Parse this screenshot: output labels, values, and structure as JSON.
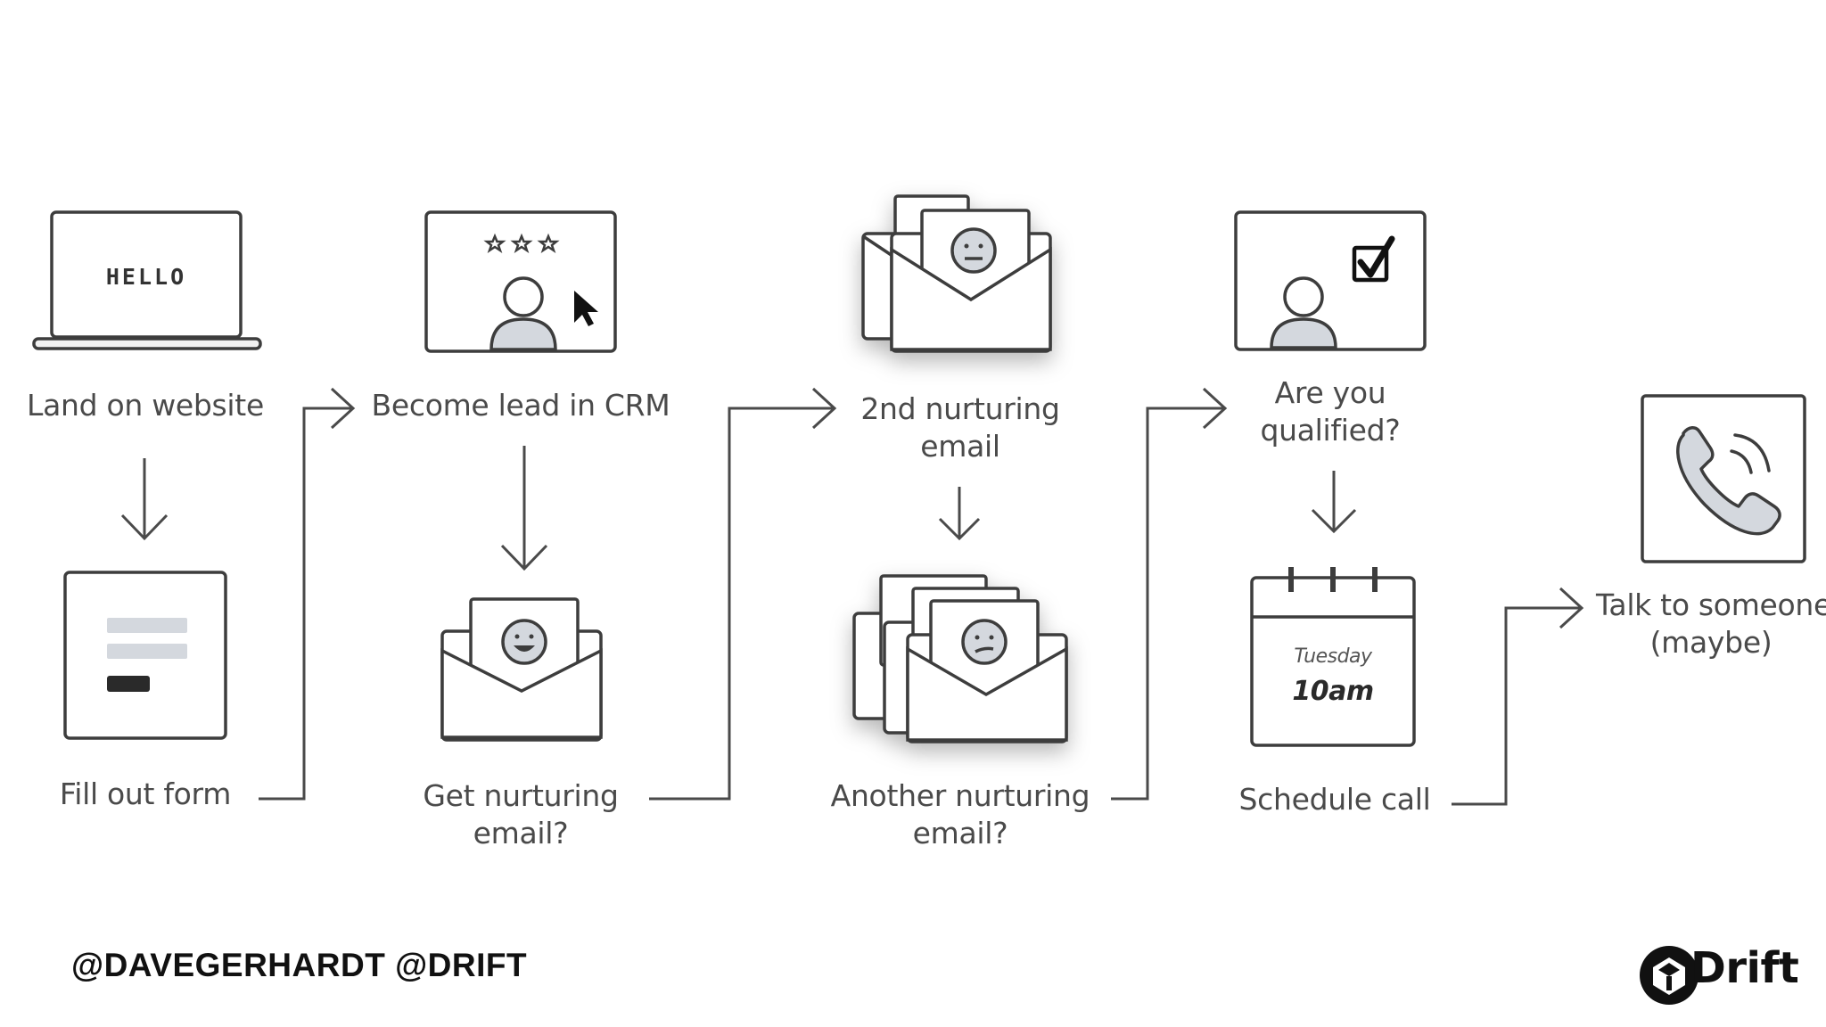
{
  "steps": {
    "land": {
      "label": "Land on website",
      "screen_text": "HELLO"
    },
    "form": {
      "label": "Fill out form"
    },
    "lead": {
      "label": "Become lead in CRM"
    },
    "nurture1": {
      "line1": "Get nurturing",
      "line2": "email?"
    },
    "nurture2": {
      "line1": "2nd nurturing",
      "line2": "email"
    },
    "nurture3": {
      "line1": "Another nurturing",
      "line2": "email?"
    },
    "qualified": {
      "line1": "Are you",
      "line2": "qualified?"
    },
    "schedule": {
      "label": "Schedule call",
      "day": "Tuesday",
      "time": "10am"
    },
    "talk": {
      "line1": "Talk to someone",
      "line2": "(maybe)"
    }
  },
  "footer": {
    "handles": "@DAVEGERHARDT @DRIFT",
    "brand": "Drift"
  },
  "colors": {
    "stroke": "#3d3d3d",
    "text": "#4a4a4a",
    "fill_gray": "#d4d8de",
    "brand": "#111111"
  },
  "icons": [
    "laptop-icon",
    "form-icon",
    "crm-profile-icon",
    "envelope-icon",
    "envelope-stack-icon",
    "checkbox-profile-icon",
    "calendar-icon",
    "phone-icon",
    "drift-logo-icon"
  ]
}
